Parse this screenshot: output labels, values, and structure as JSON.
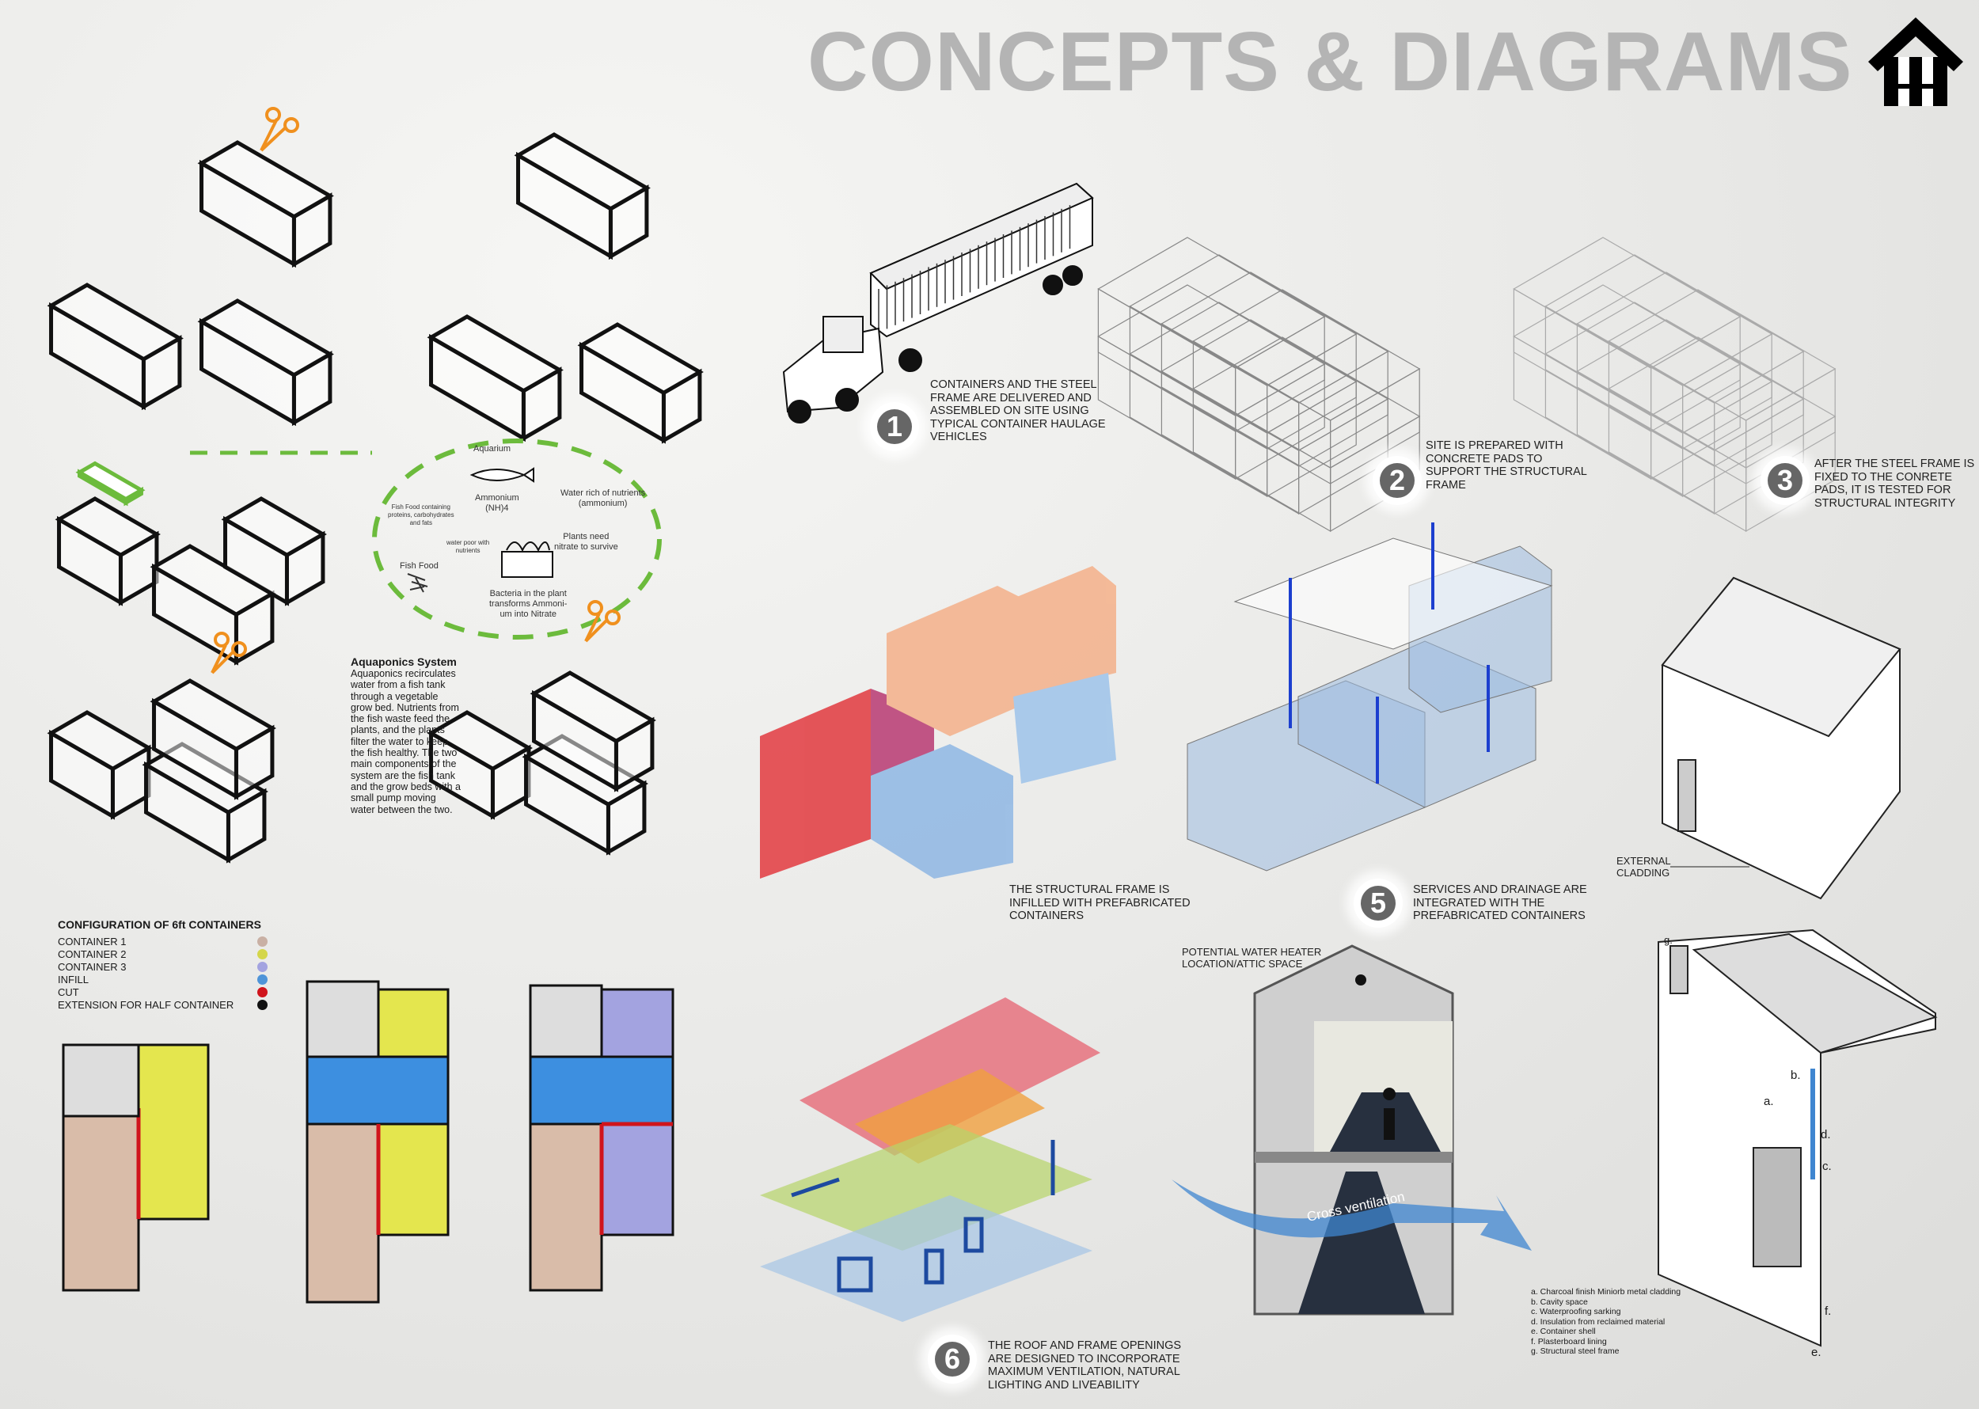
{
  "title": "CONCEPTS & DIAGRAMS",
  "logo_icon": "house-icon",
  "steps": [
    {
      "number": "1",
      "text": "CONTAINERS AND THE STEEL\nFRAME ARE DELIVERED AND\nASSEMBLED ON SITE USING\nTYPICAL CONTAINER HAULAGE\nVEHICLES"
    },
    {
      "number": "2",
      "text": "SITE IS PREPARED WITH\nCONCRETE PADS TO\nSUPPORT THE STRUCTURAL\nFRAME"
    },
    {
      "number": "3",
      "text": "AFTER THE STEEL FRAME IS\nFIXED TO THE CONRETE\nPADS, IT IS TESTED FOR\nSTRUCTURAL INTEGRITY"
    },
    {
      "number": "",
      "text": "THE STRUCTURAL FRAME IS\nINFILLED WITH PREFABRICATED\nCONTAINERS"
    },
    {
      "number": "5",
      "text": "SERVICES AND DRAINAGE ARE\nINTEGRATED WITH THE\nPREFABRICATED CONTAINERS"
    },
    {
      "number": "6",
      "text": "THE ROOF AND FRAME OPENINGS\nARE DESIGNED TO INCORPORATE\nMAXIMUM VENTILATION, NATURAL\nLIGHTING AND LIVEABILITY"
    }
  ],
  "aquaponics": {
    "title": "Aquaponics System",
    "body": "Aquaponics recirculates water from a fish tank through a vegetable grow bed. Nutrients from the fish waste feed the plants, and the plants filter the water to keep the fish healthy. The two main components of the system are the fish tank and the grow beds with a small pump moving water between the two.",
    "cycle": {
      "aquarium": "Aquarium",
      "ammonium": "Ammonium\n(NH)4",
      "water_rich": "Water rich of nutrients\n(ammonium)",
      "fish_food_containing": "Fish Food containing\nproteins, carbohydrates\nand fats",
      "water_poor": "water poor with\nnutrients",
      "plants_need": "Plants need\nnitrate to survive",
      "fish_food": "Fish Food",
      "bacteria": "Bacteria in the plant\ntransforms Ammoni-\num into Nitrate"
    }
  },
  "configuration": {
    "title": "CONFIGURATION OF 6ft CONTAINERS",
    "legend": [
      {
        "label": "CONTAINER 1",
        "color": "#c9b0a4"
      },
      {
        "label": "CONTAINER 2",
        "color": "#d4d64a"
      },
      {
        "label": "CONTAINER 3",
        "color": "#a3a3e0"
      },
      {
        "label": "INFILL",
        "color": "#4f94d8"
      },
      {
        "label": "CUT",
        "color": "#d0141c"
      },
      {
        "label": "EXTENSION FOR HALF CONTAINER",
        "color": "#111111"
      }
    ]
  },
  "section": {
    "water_heater_label": "POTENTIAL WATER HEATER\nLOCATION/ATTIC SPACE",
    "ventilation_label": "Cross ventilation"
  },
  "cladding": {
    "external_label": "EXTERNAL\nCLADDING",
    "letters": [
      "a.",
      "b.",
      "c.",
      "d.",
      "e.",
      "f.",
      "g."
    ],
    "list": [
      "a. Charcoal finish Miniorb metal cladding",
      "b. Cavity space",
      "c. Waterproofing sarking",
      "d. Insulation from reclaimed material",
      "e. Container shell",
      "f. Plasterboard lining",
      "g. Structural steel frame"
    ]
  },
  "colors": {
    "orange": "#f0901e",
    "green": "#6cbb3c",
    "red": "#e2323a",
    "blue": "#6fa6dc",
    "title_gray": "#b4b4b4"
  }
}
